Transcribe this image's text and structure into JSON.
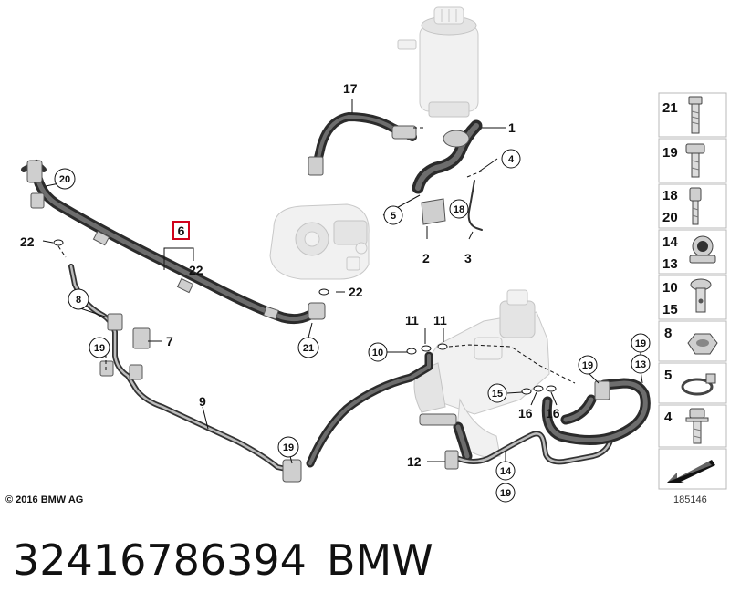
{
  "diagram": {
    "callouts": {
      "c1": "1",
      "c2": "2",
      "c3": "3",
      "c4": "4",
      "c5": "5",
      "c6": "6",
      "c7": "7",
      "c8": "8",
      "c9": "9",
      "c10": "10",
      "c11a": "11",
      "c11b": "11",
      "c12": "12",
      "c13": "13",
      "c14": "14",
      "c15": "15",
      "c16a": "16",
      "c16b": "16",
      "c17": "17",
      "c18": "18",
      "c19a": "19",
      "c19b": "19",
      "c19c": "19",
      "c19d": "19",
      "c19e": "19",
      "c20": "20",
      "c21": "21",
      "c22a": "22",
      "c22b": "22",
      "c22c": "22"
    },
    "highlighted_callout": "6",
    "highlight_color": "#d0021b"
  },
  "side_panel": {
    "rows": [
      {
        "labels": [
          "21"
        ],
        "icon": "hex-bolt-icon"
      },
      {
        "labels": [
          "19"
        ],
        "icon": "short-bolt-icon"
      },
      {
        "labels": [
          "18",
          "20"
        ],
        "icon": "socket-head-bolt-icon"
      },
      {
        "labels": [
          "14",
          "13"
        ],
        "icon": "hose-clamp-bracket-icon"
      },
      {
        "labels": [
          "10",
          "15"
        ],
        "icon": "banjo-bolt-icon"
      },
      {
        "labels": [
          "8"
        ],
        "icon": "hex-nut-icon"
      },
      {
        "labels": [
          "5"
        ],
        "icon": "hose-clip-icon"
      },
      {
        "labels": [
          "4"
        ],
        "icon": "flange-bolt-icon"
      },
      {
        "labels": [],
        "icon": "arrow-icon"
      }
    ]
  },
  "footer": {
    "copyright": "© 2016 BMW AG",
    "diagram_id": "185146"
  },
  "caption": {
    "part_number": "32416786394",
    "brand": "BMW"
  }
}
